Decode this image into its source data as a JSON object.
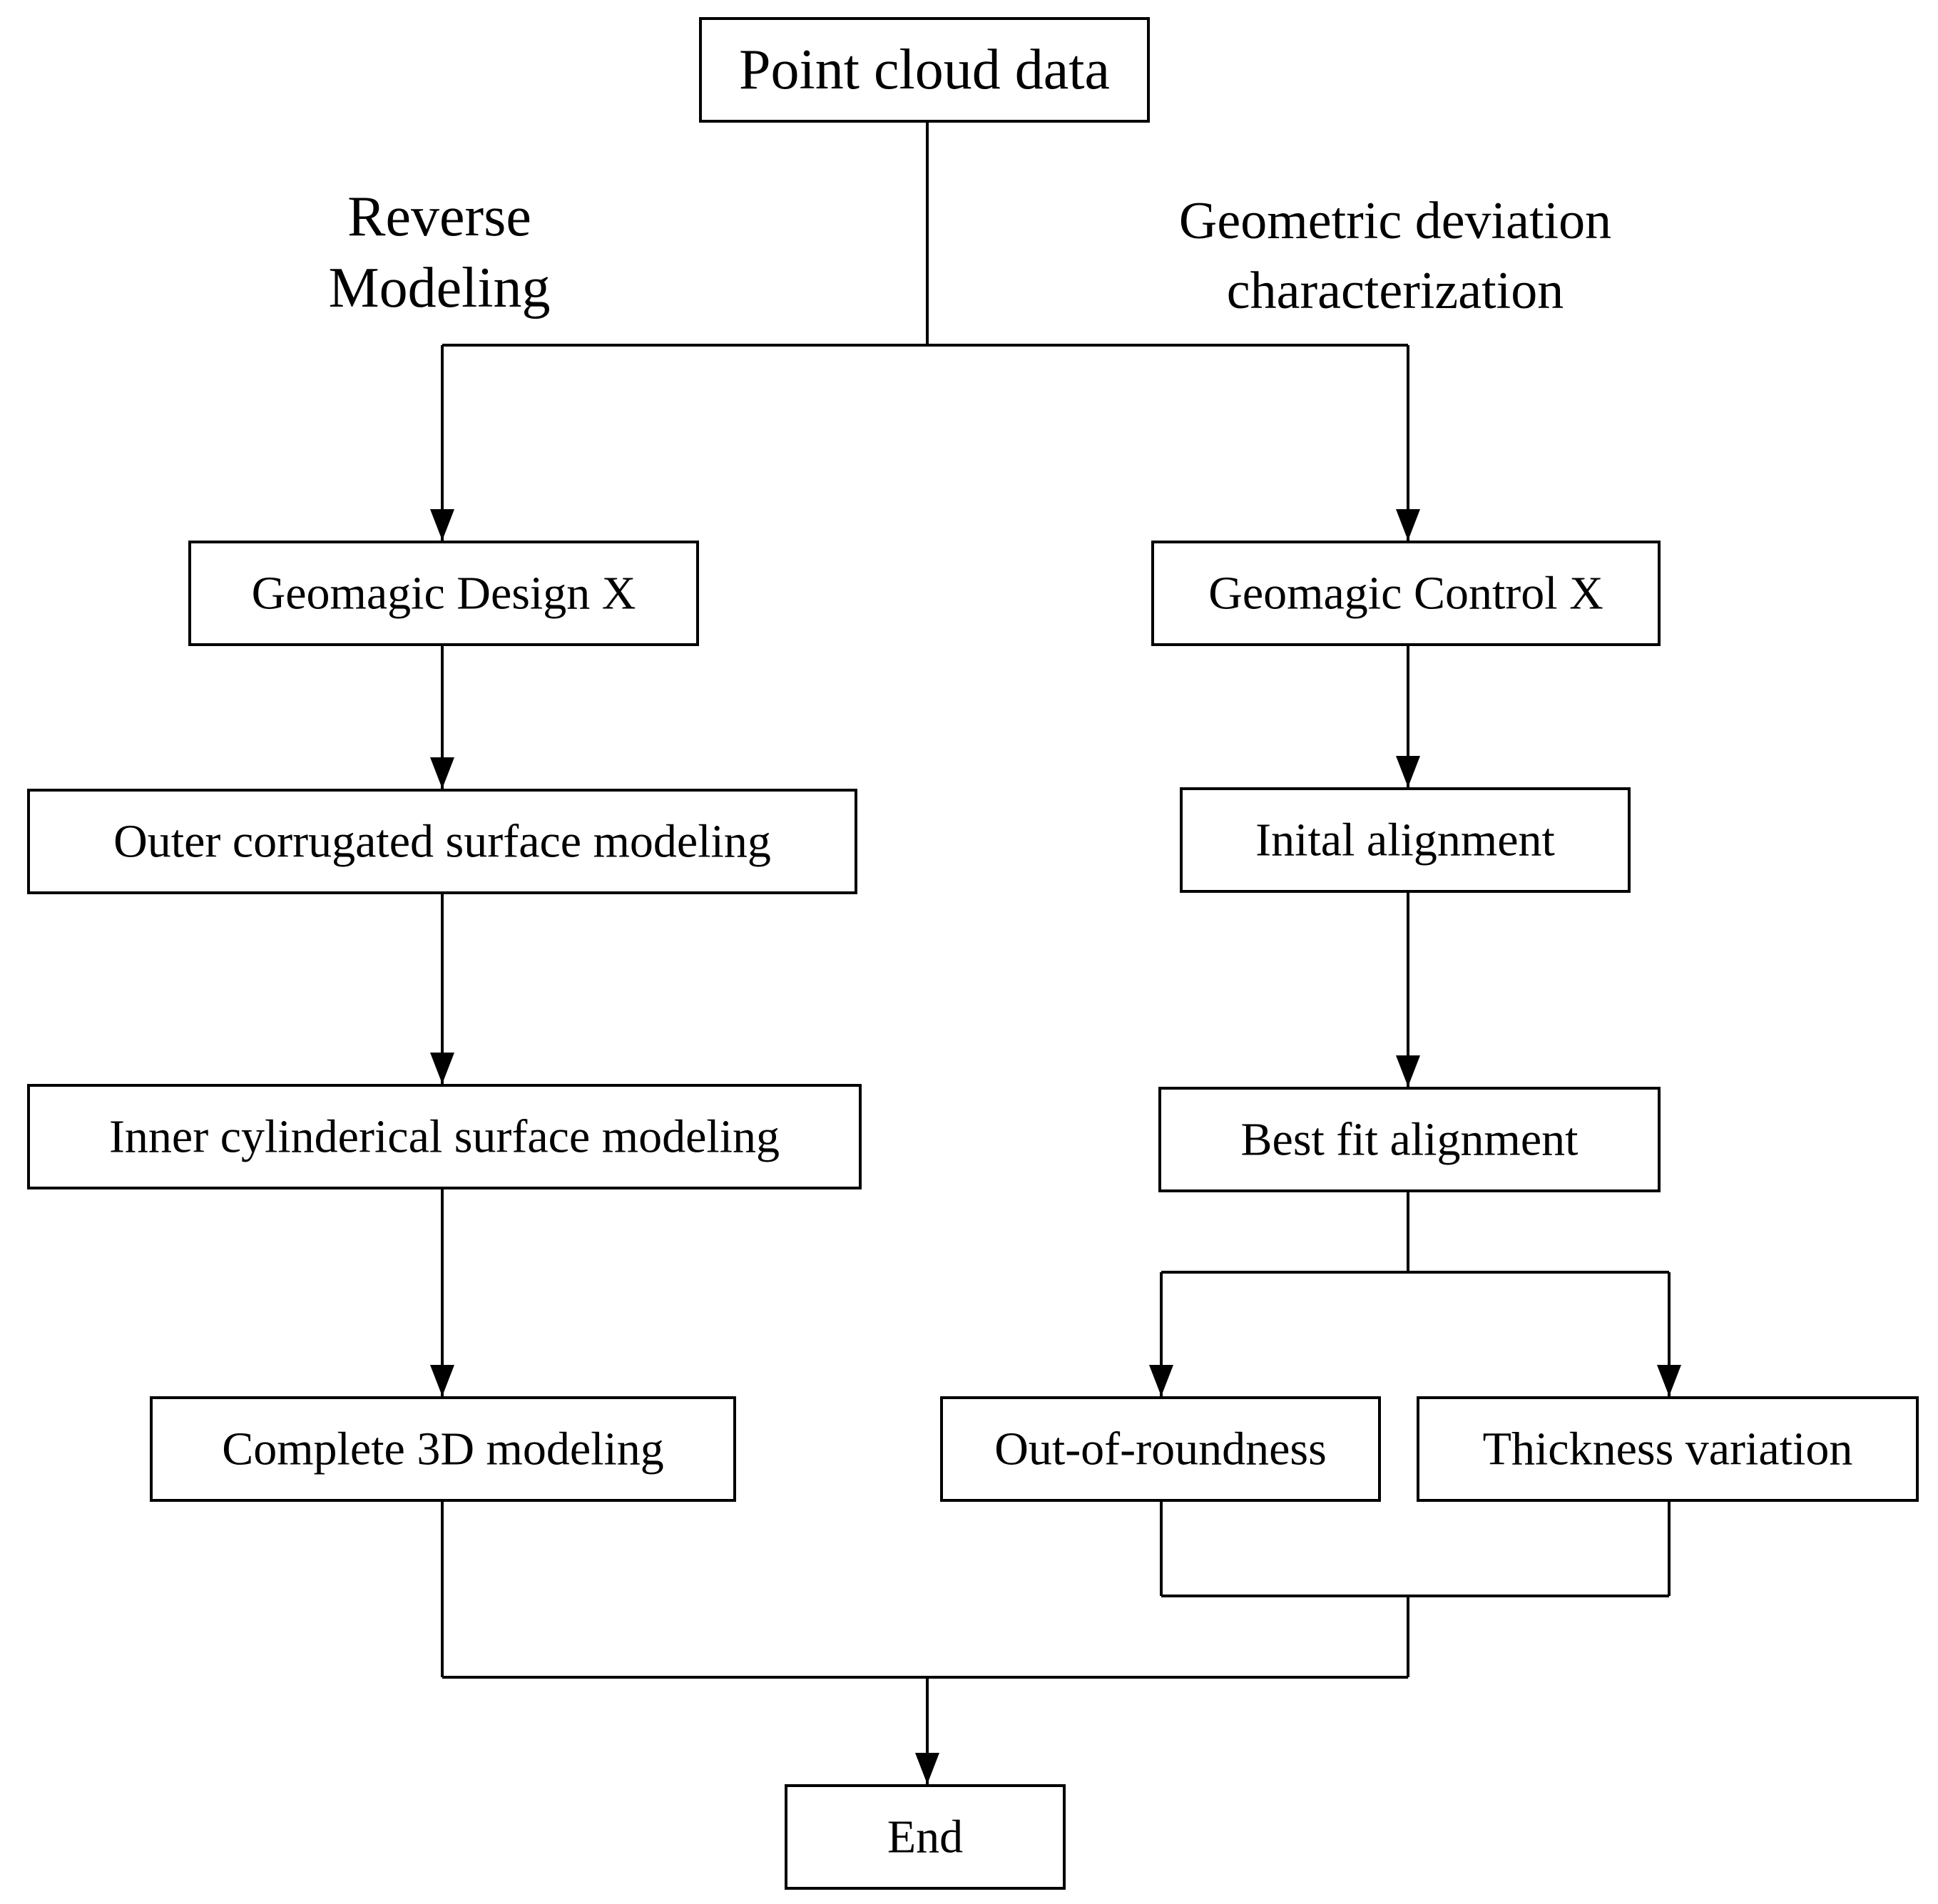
{
  "nodes": {
    "point_cloud": "Point cloud data",
    "design_x": "Geomagic Design X",
    "control_x": "Geomagic Control X",
    "outer_modeling": "Outer corrugated surface modeling",
    "inner_modeling": "Inner cylinderical surface modeling",
    "complete_3d": "Complete 3D modeling",
    "initial_alignment": "Inital alignment",
    "best_fit": "Best fit alignment",
    "out_of_roundness": "Out-of-roundness",
    "thickness_variation": "Thickness variation",
    "end": "End"
  },
  "branches": {
    "reverse_line1": "Reverse",
    "reverse_line2": "Modeling",
    "geometric_line1": "Geometric deviation",
    "geometric_line2": "characterization"
  }
}
